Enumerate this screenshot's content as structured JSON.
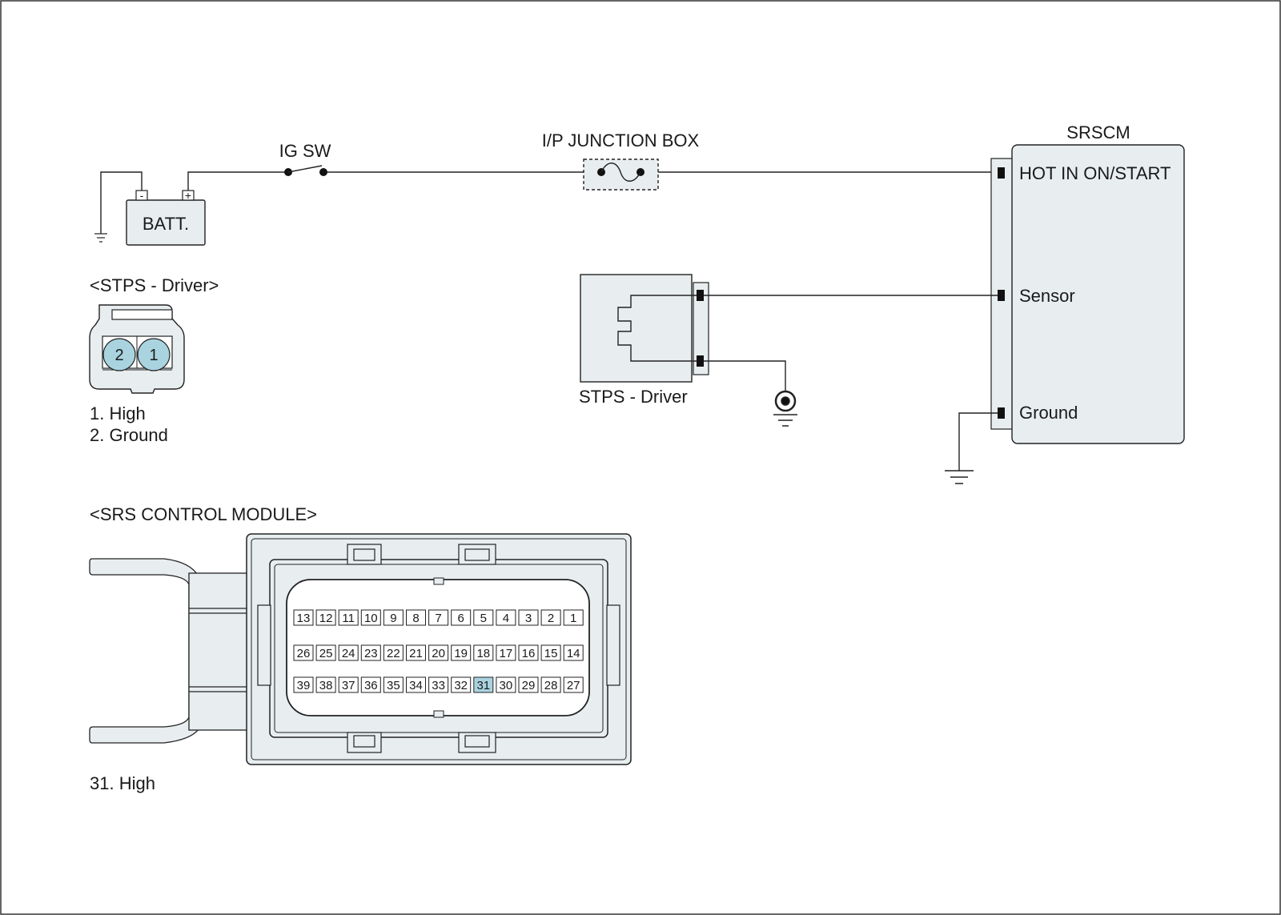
{
  "colors": {
    "component_fill": "#e8eef0",
    "highlight_pin": "#a9d3df",
    "line": "#222222"
  },
  "labels": {
    "ig_sw": "IG SW",
    "junction_box": "I/P JUNCTION BOX",
    "battery": "BATT.",
    "battery_neg": "-",
    "battery_pos": "+",
    "srscm": "SRSCM",
    "srscm_hot": "HOT IN ON/START",
    "srscm_sensor": "Sensor",
    "srscm_ground": "Ground",
    "stps_component": "STPS - Driver"
  },
  "stps_connector": {
    "title": "<STPS - Driver>",
    "pins": [
      "2",
      "1"
    ],
    "legend": [
      "1. High",
      "2. Ground"
    ]
  },
  "srs_connector": {
    "title": "<SRS CONTROL MODULE>",
    "rows": [
      [
        "13",
        "12",
        "11",
        "10",
        "9",
        "8",
        "7",
        "6",
        "5",
        "4",
        "3",
        "2",
        "1"
      ],
      [
        "26",
        "25",
        "24",
        "23",
        "22",
        "21",
        "20",
        "19",
        "18",
        "17",
        "16",
        "15",
        "14"
      ],
      [
        "39",
        "38",
        "37",
        "36",
        "35",
        "34",
        "33",
        "32",
        "31",
        "30",
        "29",
        "28",
        "27"
      ]
    ],
    "highlighted_pin": "31",
    "legend": "31. High"
  }
}
